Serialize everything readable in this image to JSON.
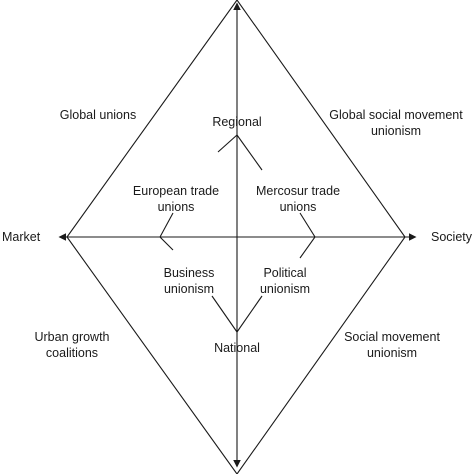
{
  "axes": {
    "left": "Market",
    "right": "Society",
    "top": "Regional",
    "bottom": "National"
  },
  "quadrants": {
    "upper_left": "Global unions",
    "upper_right": [
      "Global social movement",
      "unionism"
    ],
    "lower_left": [
      "Urban growth",
      "coalitions"
    ],
    "lower_right": [
      "Social movement",
      "unionism"
    ]
  },
  "inner": {
    "upper_left": [
      "European trade",
      "unions"
    ],
    "upper_right": [
      "Mercosur trade",
      "unions"
    ],
    "lower_left": [
      "Business",
      "unionism"
    ],
    "lower_right": [
      "Political",
      "unionism"
    ]
  }
}
